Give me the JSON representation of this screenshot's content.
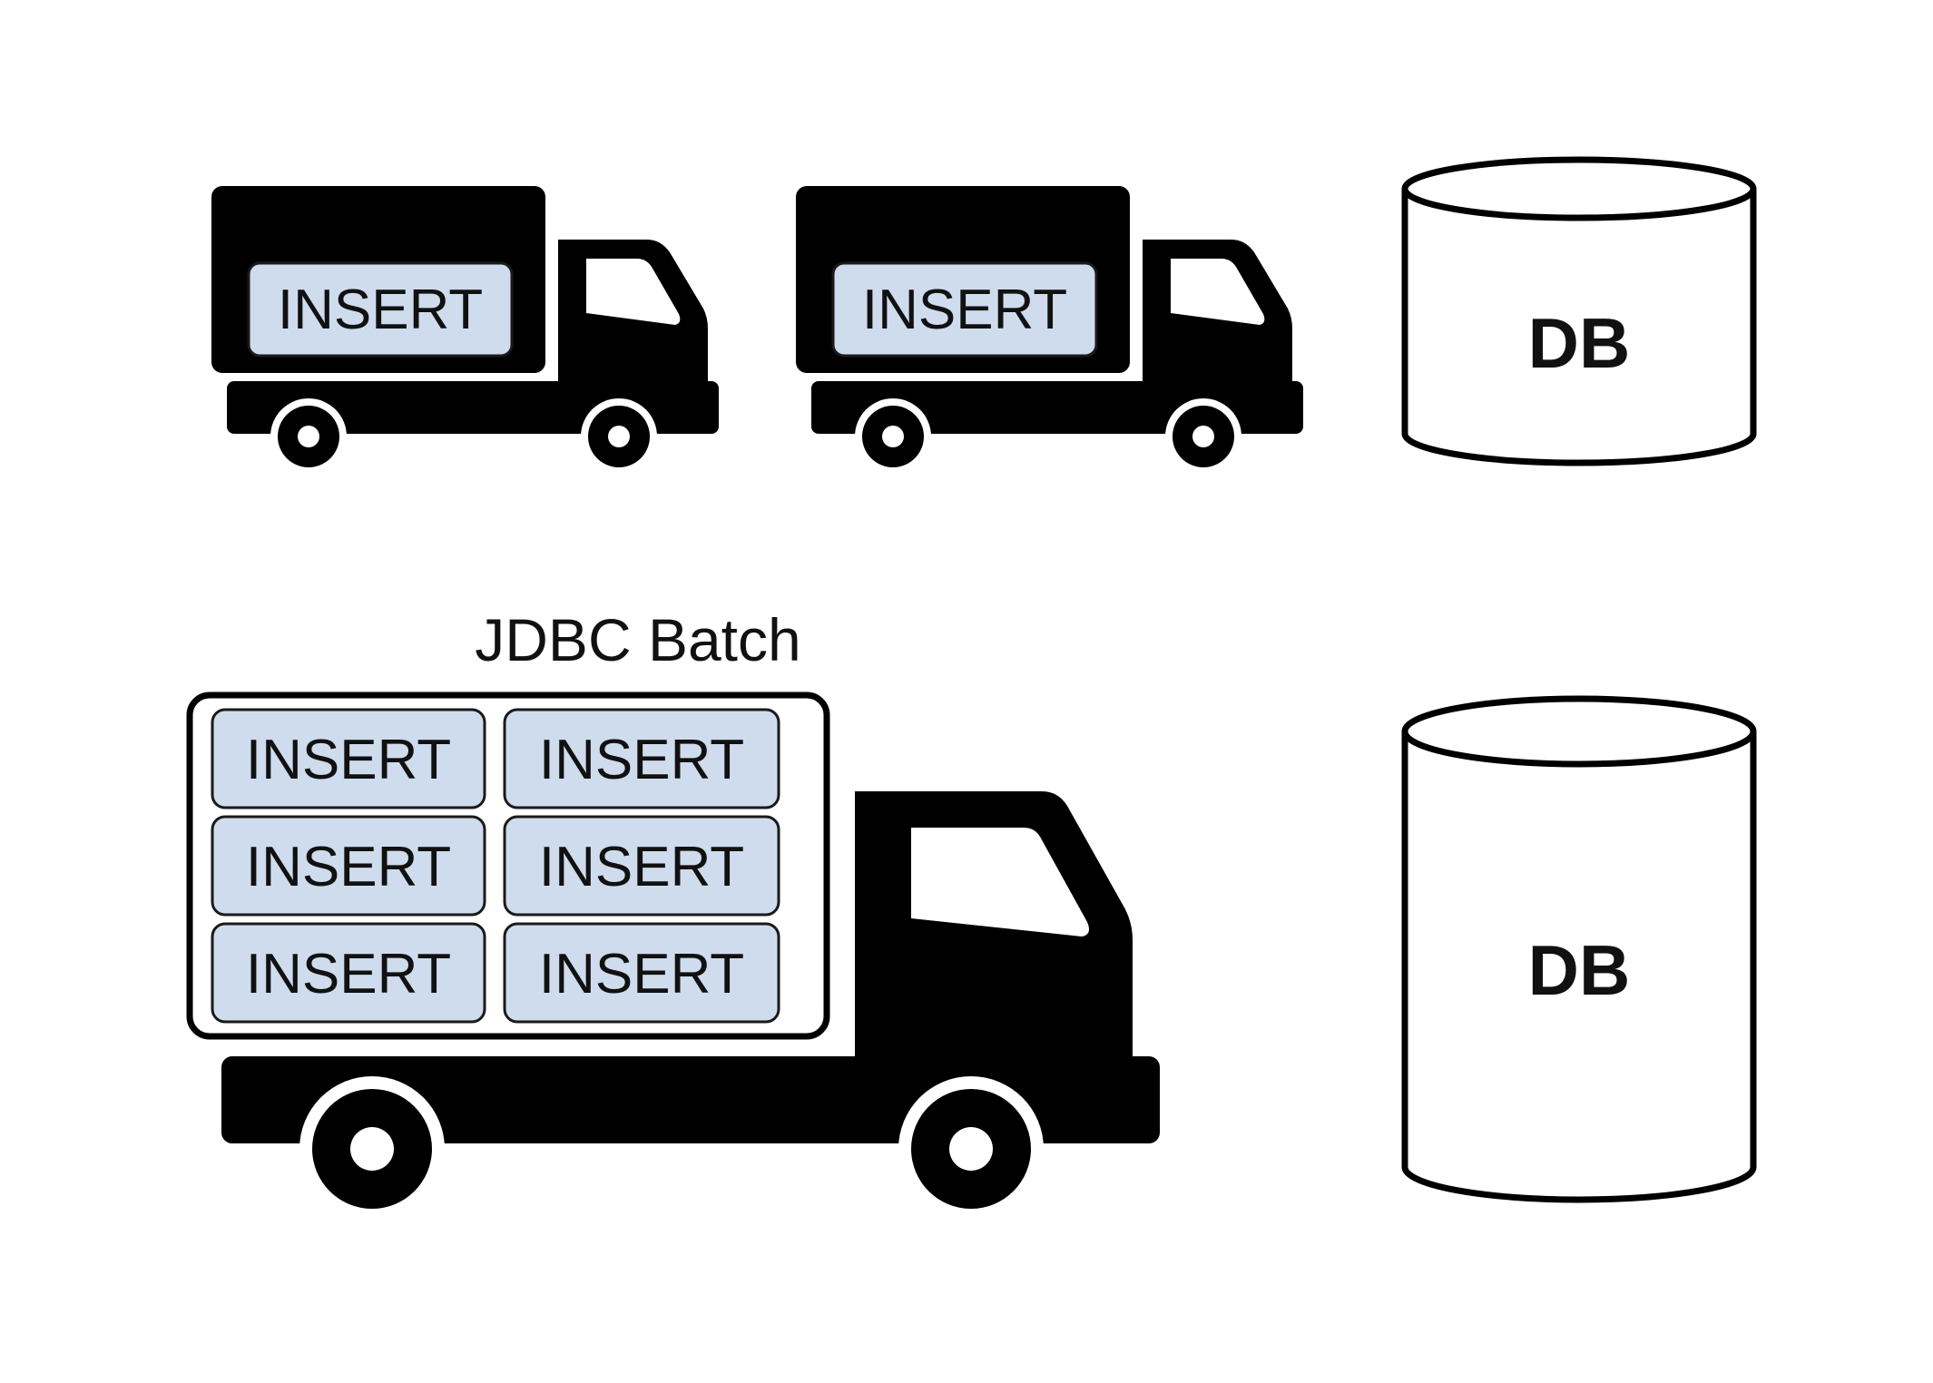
{
  "colors": {
    "truck": "#000000",
    "insert_fill": "#cfdcee",
    "insert_stroke": "#1a1a1a",
    "background": "#ffffff",
    "db_stroke": "#000000",
    "text": "#111111"
  },
  "top_row": {
    "trucks": [
      {
        "insert_label": "INSERT"
      },
      {
        "insert_label": "INSERT"
      }
    ],
    "db_label": "DB"
  },
  "bottom_row": {
    "title": "JDBC Batch",
    "inserts": [
      "INSERT",
      "INSERT",
      "INSERT",
      "INSERT",
      "INSERT",
      "INSERT"
    ],
    "db_label": "DB"
  }
}
